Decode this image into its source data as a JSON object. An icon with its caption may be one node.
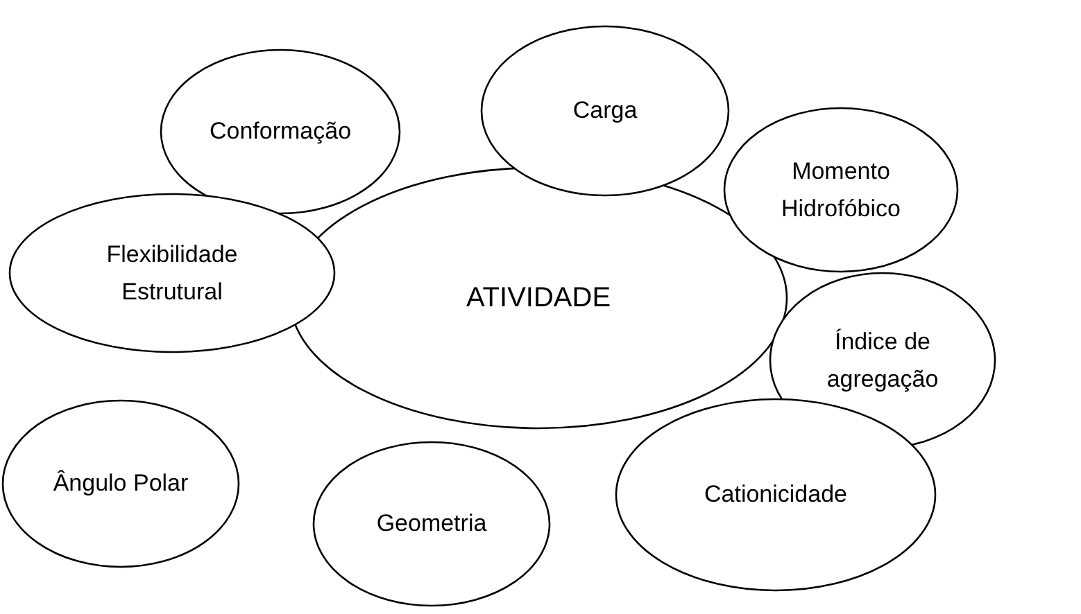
{
  "diagram": {
    "nodes": [
      {
        "text": [
          "Conformação"
        ]
      },
      {
        "text": [
          "Carga"
        ]
      },
      {
        "text": [
          "Momento Hidrofóbico"
        ]
      },
      {
        "text": [
          "Flexibilidade Estrutural"
        ]
      },
      {
        "text": [
          "ATIVIDADE"
        ]
      },
      {
        "text": [
          "Índice de agregação"
        ]
      },
      {
        "text": [
          "Ângulo Polar"
        ]
      },
      {
        "text": [
          "Geometria"
        ]
      },
      {
        "text": [
          "Cationicidade"
        ]
      }
    ]
  }
}
